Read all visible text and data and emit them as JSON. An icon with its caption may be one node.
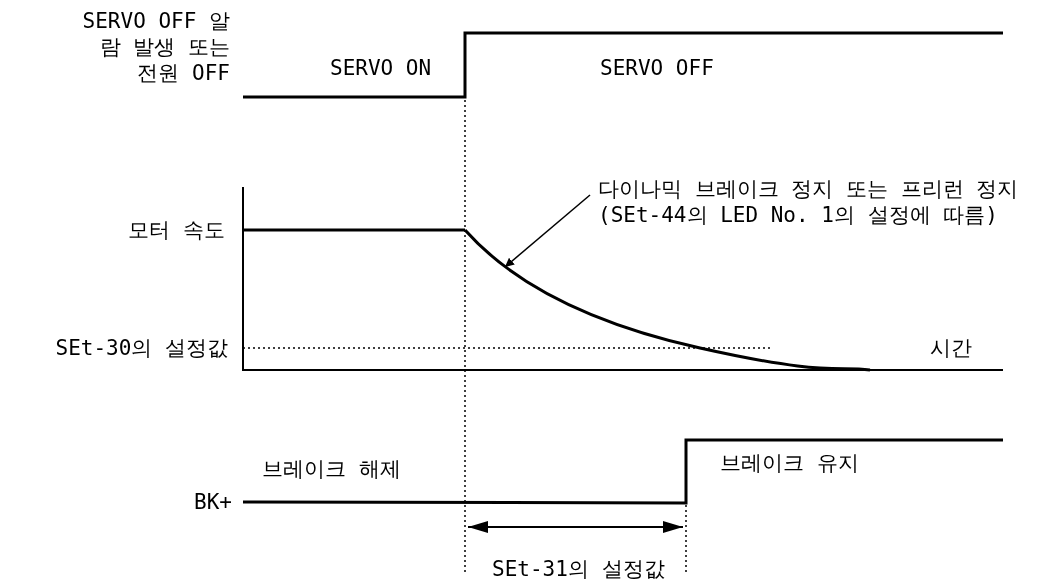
{
  "diagram": {
    "nodes": [
      {
        "text": [
          "다이나믹 브레이크 정지 또는 프리런 정지(SEt-44의 LED No. 1의 설정에 따름)"
        ]
      },
      {
        "text": [],
        "shape": "curve"
      }
    ],
    "edges": [
      {
        "from": 0,
        "to": 1,
        "arrow": "to"
      }
    ],
    "labels": [
      "SERVO OFF 알람 발생 또는 전원 OFF",
      "SERVO ON",
      "SERVO OFF",
      "모터 속도",
      "SEt-30의 설정값",
      "시간",
      "브레이크 해제",
      "브레이크 유지",
      "BK+",
      "SEt-31의 설정값"
    ]
  }
}
